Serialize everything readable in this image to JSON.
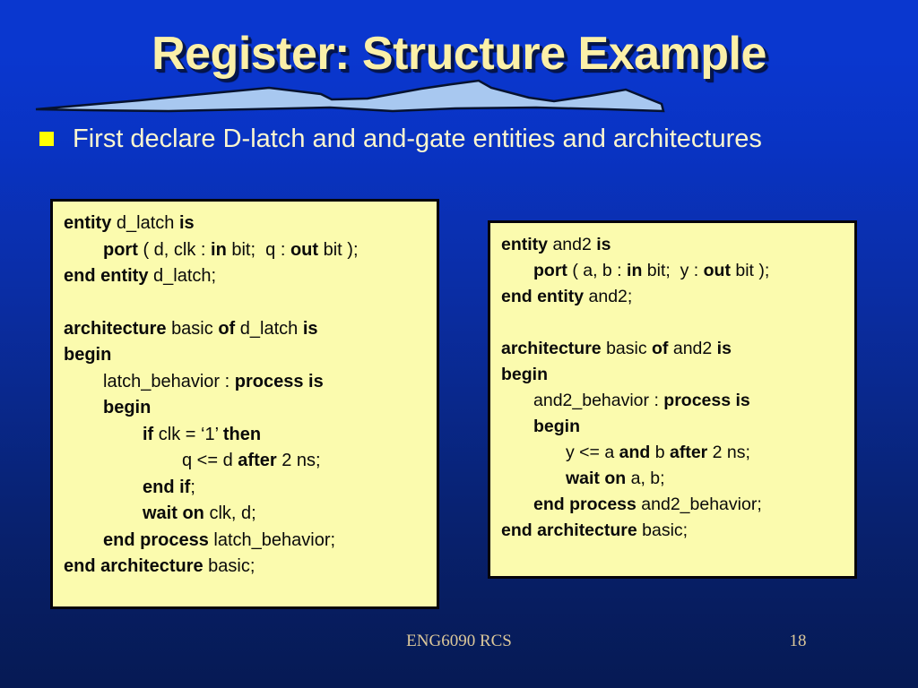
{
  "slide": {
    "title": "Register: Structure Example",
    "bullet": {
      "icon": "square-bullet-icon",
      "text": "First declare D-latch and and-gate entities and architectures"
    },
    "footer": {
      "course": "ENG6090 RCS",
      "page_number": "18"
    },
    "colors": {
      "background_top": "#0a37cf",
      "background_bottom": "#061a54",
      "title_text": "#fbf0a8",
      "title_shadow": "#06164a",
      "ribbon_fill": "#a8c8f0",
      "bullet_marker": "#ffff00",
      "bullet_text": "#fbf6cf",
      "code_box_fill": "#fbfbae",
      "code_box_border": "#05040a",
      "code_text": "#0a0a0a",
      "footer_text": "#dcc89a"
    }
  },
  "code_left": {
    "name": "d_latch",
    "lines": [
      {
        "indent": 0,
        "parts": [
          {
            "t": "entity ",
            "b": true
          },
          {
            "t": "d_latch ",
            "b": false
          },
          {
            "t": "is",
            "b": true
          }
        ]
      },
      {
        "indent": 1,
        "parts": [
          {
            "t": "port ",
            "b": true
          },
          {
            "t": "( d, clk : ",
            "b": false
          },
          {
            "t": "in ",
            "b": true
          },
          {
            "t": "bit;  q : ",
            "b": false
          },
          {
            "t": "out ",
            "b": true
          },
          {
            "t": "bit );",
            "b": false
          }
        ]
      },
      {
        "indent": 0,
        "parts": [
          {
            "t": "end entity ",
            "b": true
          },
          {
            "t": "d_latch;",
            "b": false
          }
        ]
      },
      {
        "indent": 0,
        "parts": []
      },
      {
        "indent": 0,
        "parts": [
          {
            "t": "architecture ",
            "b": true
          },
          {
            "t": "basic ",
            "b": false
          },
          {
            "t": "of ",
            "b": true
          },
          {
            "t": "d_latch ",
            "b": false
          },
          {
            "t": "is",
            "b": true
          }
        ]
      },
      {
        "indent": 0,
        "parts": [
          {
            "t": "begin",
            "b": true
          }
        ]
      },
      {
        "indent": 1,
        "parts": [
          {
            "t": "latch_behavior : ",
            "b": false
          },
          {
            "t": "process is",
            "b": true
          }
        ]
      },
      {
        "indent": 1,
        "parts": [
          {
            "t": "begin",
            "b": true
          }
        ]
      },
      {
        "indent": 2,
        "parts": [
          {
            "t": "if ",
            "b": true
          },
          {
            "t": "clk = ‘1’ ",
            "b": false
          },
          {
            "t": "then",
            "b": true
          }
        ]
      },
      {
        "indent": 3,
        "parts": [
          {
            "t": "q <= d ",
            "b": false
          },
          {
            "t": "after ",
            "b": true
          },
          {
            "t": "2 ns;",
            "b": false
          }
        ]
      },
      {
        "indent": 2,
        "parts": [
          {
            "t": "end if",
            "b": true
          },
          {
            "t": ";",
            "b": false
          }
        ]
      },
      {
        "indent": 2,
        "parts": [
          {
            "t": "wait on ",
            "b": true
          },
          {
            "t": "clk, d;",
            "b": false
          }
        ]
      },
      {
        "indent": 1,
        "parts": [
          {
            "t": "end process ",
            "b": true
          },
          {
            "t": "latch_behavior;",
            "b": false
          }
        ]
      },
      {
        "indent": 0,
        "parts": [
          {
            "t": "end architecture ",
            "b": true
          },
          {
            "t": "basic;",
            "b": false
          }
        ]
      }
    ]
  },
  "code_right": {
    "name": "and2",
    "lines": [
      {
        "indent": 0,
        "parts": [
          {
            "t": "entity ",
            "b": true
          },
          {
            "t": "and2 ",
            "b": false
          },
          {
            "t": "is",
            "b": true
          }
        ]
      },
      {
        "indent": 1,
        "parts": [
          {
            "t": "port ",
            "b": true
          },
          {
            "t": "( a, b : ",
            "b": false
          },
          {
            "t": "in ",
            "b": true
          },
          {
            "t": "bit;  y : ",
            "b": false
          },
          {
            "t": "out ",
            "b": true
          },
          {
            "t": "bit );",
            "b": false
          }
        ]
      },
      {
        "indent": 0,
        "parts": [
          {
            "t": "end entity ",
            "b": true
          },
          {
            "t": "and2;",
            "b": false
          }
        ]
      },
      {
        "indent": 0,
        "parts": []
      },
      {
        "indent": 0,
        "parts": [
          {
            "t": "architecture ",
            "b": true
          },
          {
            "t": "basic ",
            "b": false
          },
          {
            "t": "of ",
            "b": true
          },
          {
            "t": "and2 ",
            "b": false
          },
          {
            "t": "is",
            "b": true
          }
        ]
      },
      {
        "indent": 0,
        "parts": [
          {
            "t": "begin",
            "b": true
          }
        ]
      },
      {
        "indent": 1,
        "parts": [
          {
            "t": "and2_behavior : ",
            "b": false
          },
          {
            "t": "process is",
            "b": true
          }
        ]
      },
      {
        "indent": 1,
        "parts": [
          {
            "t": "begin",
            "b": true
          }
        ]
      },
      {
        "indent": 2,
        "parts": [
          {
            "t": "y <= a ",
            "b": false
          },
          {
            "t": "and ",
            "b": true
          },
          {
            "t": "b ",
            "b": false
          },
          {
            "t": "after ",
            "b": true
          },
          {
            "t": "2 ns;",
            "b": false
          }
        ]
      },
      {
        "indent": 2,
        "parts": [
          {
            "t": "wait on ",
            "b": true
          },
          {
            "t": "a, b;",
            "b": false
          }
        ]
      },
      {
        "indent": 1,
        "parts": [
          {
            "t": "end process ",
            "b": true
          },
          {
            "t": "and2_behavior;",
            "b": false
          }
        ]
      },
      {
        "indent": 0,
        "parts": [
          {
            "t": "end architecture ",
            "b": true
          },
          {
            "t": "basic;",
            "b": false
          }
        ]
      }
    ]
  }
}
